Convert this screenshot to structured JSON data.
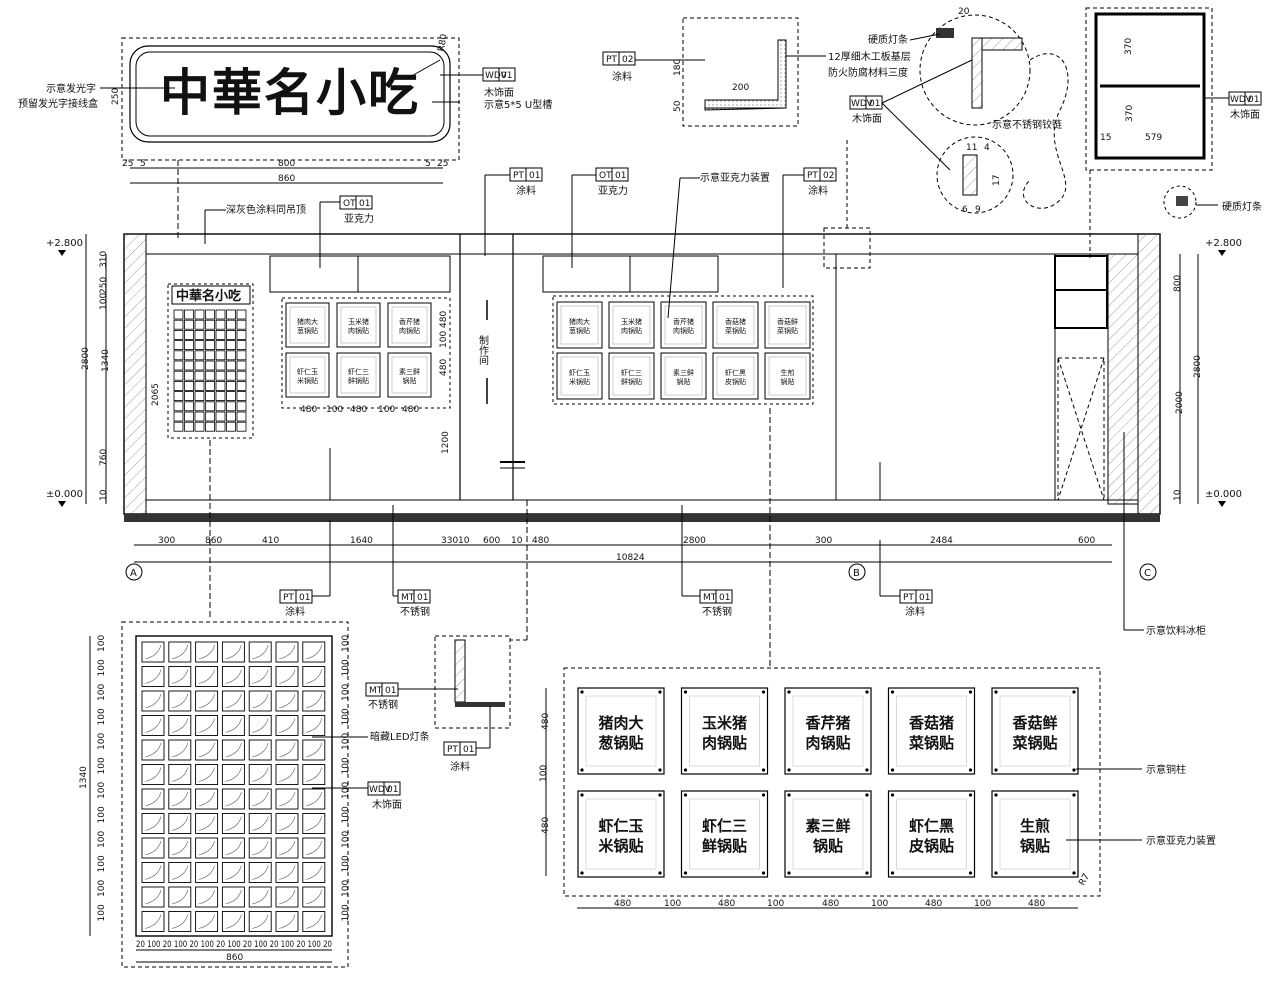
{
  "sign": {
    "text": "中華名小吃",
    "notes": [
      "示意发光字",
      "预留发光字接线盒"
    ],
    "right_notes": [
      "木饰面",
      "示意5*5 U型槽"
    ],
    "radius": "R80",
    "height": "250",
    "dims_top": [
      "25",
      "5",
      "800",
      "5",
      "25"
    ],
    "dims_total": "860"
  },
  "details": {
    "detail1": {
      "tag": [
        "PT",
        "02"
      ],
      "mat": "涂料",
      "notes": [
        "12厚细木工板基层",
        "防火防腐材料三度"
      ],
      "d200": "200",
      "d180": "180",
      "d50": "50"
    },
    "detail2": {
      "title": "硬质灯条",
      "tag": [
        "WDV",
        "01"
      ],
      "mat": "木饰面",
      "note": "示意不锈钢铰链",
      "d20": "20",
      "d11": "11",
      "d4": "4",
      "d17": "17",
      "d6": "6",
      "d9": "9"
    },
    "cabinet": {
      "tag": [
        "WDV",
        "01"
      ],
      "mat": "木饰面",
      "d370a": "370",
      "d370b": "370",
      "d579": "579",
      "d15": "15"
    },
    "light_note": "硬质灯条"
  },
  "elevation": {
    "level_top": "+2.800",
    "level_bottom": "±0.000",
    "ceiling_note": "深灰色涂料同吊顶",
    "callouts": [
      {
        "tag": [
          "OT",
          "01"
        ],
        "mat": "亚克力"
      },
      {
        "tag": [
          "PT",
          "01"
        ],
        "mat": "涂料"
      },
      {
        "tag": [
          "OT",
          "01"
        ],
        "mat": "亚克力"
      },
      {
        "tag": [
          "PT",
          "02"
        ],
        "mat": "涂料"
      }
    ],
    "acrylic_note": "示意亚克力装置",
    "kitchen": "制作间",
    "small_sign": "中華名小吃",
    "left_dims": [
      "310",
      "250",
      "100",
      "1340",
      "760",
      "10"
    ],
    "left_total": "2800",
    "left_2065": "2065",
    "panel_dims": [
      "480",
      "100",
      "480",
      "100",
      "480"
    ],
    "panel_v": [
      "480",
      "100",
      "480",
      "1200"
    ],
    "right_dims": [
      "800",
      "2000",
      "10"
    ],
    "right_total": "2800",
    "bottom_dims": [
      "300",
      "860",
      "410",
      "1640",
      "330",
      "10",
      "600",
      "10",
      "480",
      "2800",
      "300",
      "2484",
      "600"
    ],
    "bottom_total": "10824",
    "axes": [
      "A",
      "B",
      "C"
    ],
    "bottom_callouts": [
      {
        "tag": [
          "PT",
          "01"
        ],
        "mat": "涂料"
      },
      {
        "tag": [
          "MT",
          "01"
        ],
        "mat": "不锈钢"
      },
      {
        "tag": [
          "MT",
          "01"
        ],
        "mat": "不锈钢"
      },
      {
        "tag": [
          "PT",
          "01"
        ],
        "mat": "涂料"
      }
    ],
    "fridge_note": "示意饮料冰柜",
    "small_panels": [
      "猪肉大葱锅贴",
      "玉米猪肉锅贴",
      "香芹猪肉锅贴",
      "香菇猪菜锅贴",
      "香菇鲜菜锅贴",
      "虾仁玉米锅贴",
      "虾仁三鲜锅贴",
      "素三鲜锅贴",
      "虾仁黑皮锅贴",
      "生煎锅贴"
    ]
  },
  "grid_detail": {
    "dim_h": "1340",
    "col_dims": "20 100 20 100 20 100 20 100 20 100 20 100 20 100 20",
    "col_total": "860",
    "led_note": "暗藏LED灯条",
    "tag": [
      "WDV",
      "01"
    ],
    "mat": "木饰面"
  },
  "steel_detail": {
    "tag1": [
      "MT",
      "01"
    ],
    "mat1": "不锈钢",
    "tag2": [
      "PT",
      "01"
    ],
    "mat2": "涂料"
  },
  "panel_detail": {
    "panels": [
      "猪肉大葱锅贴",
      "玉米猪肉锅贴",
      "香芹猪肉锅贴",
      "香菇猪菜锅贴",
      "香菇鲜菜锅贴",
      "虾仁玉米锅贴",
      "虾仁三鲜锅贴",
      "素三鲜锅贴",
      "虾仁黑皮锅贴",
      "生煎锅贴"
    ],
    "v_dims": [
      "480",
      "100",
      "480"
    ],
    "h_dims": [
      "480",
      "100",
      "480",
      "100",
      "480",
      "100",
      "480",
      "100",
      "480"
    ],
    "note1": "示意铜柱",
    "note2": "示意亚克力装置",
    "r": "R7"
  }
}
